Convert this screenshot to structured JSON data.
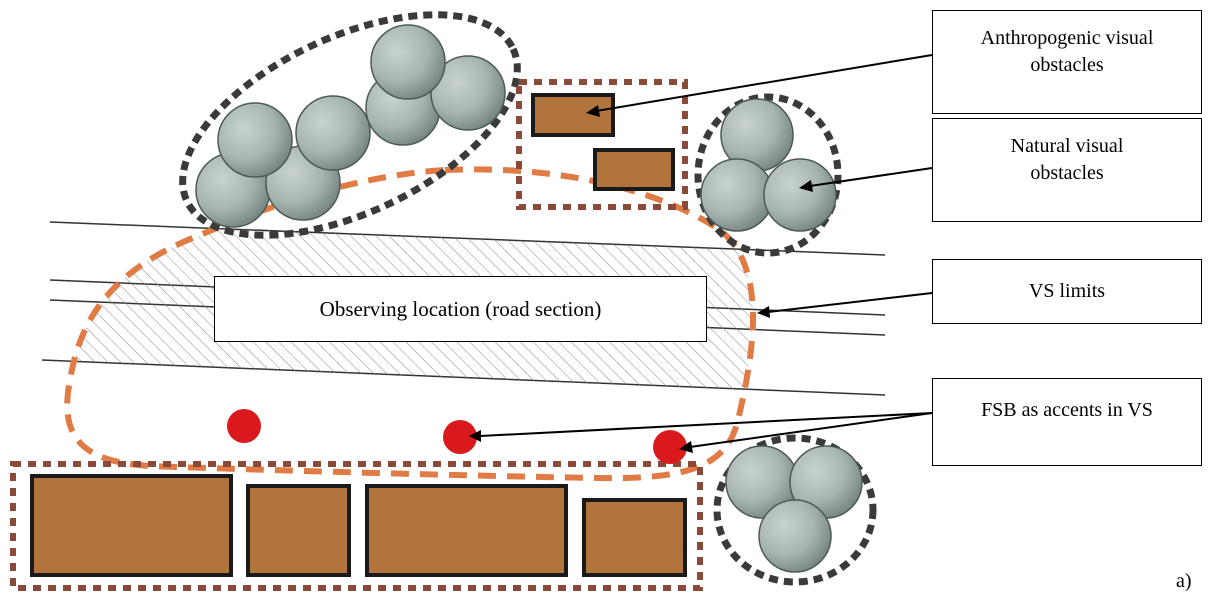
{
  "labels": {
    "anthropogenic": "Anthropogenic visual obstacles",
    "natural": "Natural visual obstacles",
    "vs_limits": "VS limits",
    "fsb": "FSB as accents in VS",
    "observing": "Observing location (road section)"
  },
  "figure_letter": "a)",
  "colors": {
    "building_fill": "#b0743c",
    "building_zone_border": "#8a4a3a",
    "tree_zone_border": "#3a3a3a",
    "vs_boundary": "#e07b45",
    "accent": "#d9191c",
    "tree_fill": "#a7b5b1"
  }
}
